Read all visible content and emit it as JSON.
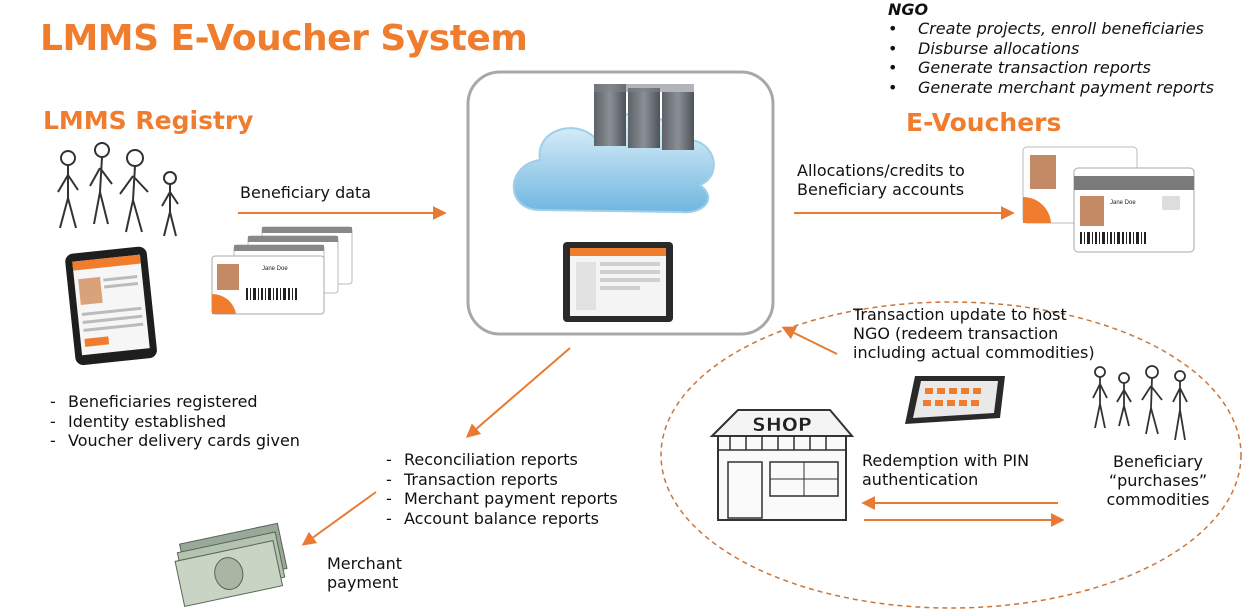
{
  "title": "LMMS E-Voucher System",
  "registry": {
    "heading": "LMMS Registry",
    "items": [
      "Beneficiaries registered",
      "Identity established",
      "Voucher delivery cards given"
    ]
  },
  "evouchers": {
    "heading": "E-Vouchers"
  },
  "ngo": {
    "title": "NGO",
    "items": [
      "Create projects, enroll beneficiaries",
      "Disburse allocations",
      "Generate transaction reports",
      "Generate merchant payment reports"
    ]
  },
  "flows": {
    "beneficiary_data": "Beneficiary data",
    "allocations": [
      "Allocations/credits to",
      "Beneficiary accounts"
    ],
    "transaction_update": [
      "Transaction update to host",
      "NGO (redeem transaction",
      "including actual commodities)"
    ],
    "redemption": [
      "Redemption with PIN",
      "authentication"
    ],
    "purchases": [
      "Beneficiary",
      "“purchases”",
      "commodities"
    ],
    "merchant_payment": [
      "Merchant",
      "payment"
    ]
  },
  "reports": [
    "Reconciliation reports",
    "Transaction reports",
    "Merchant payment reports",
    "Account balance reports"
  ],
  "card_text": {
    "name": "Jane Doe"
  },
  "shop_sign": "SHOP",
  "colors": {
    "accent": "#ef7d2d",
    "arrow": "#e87b33",
    "cloud": "#b9dcf0",
    "server": "#6f747a"
  }
}
